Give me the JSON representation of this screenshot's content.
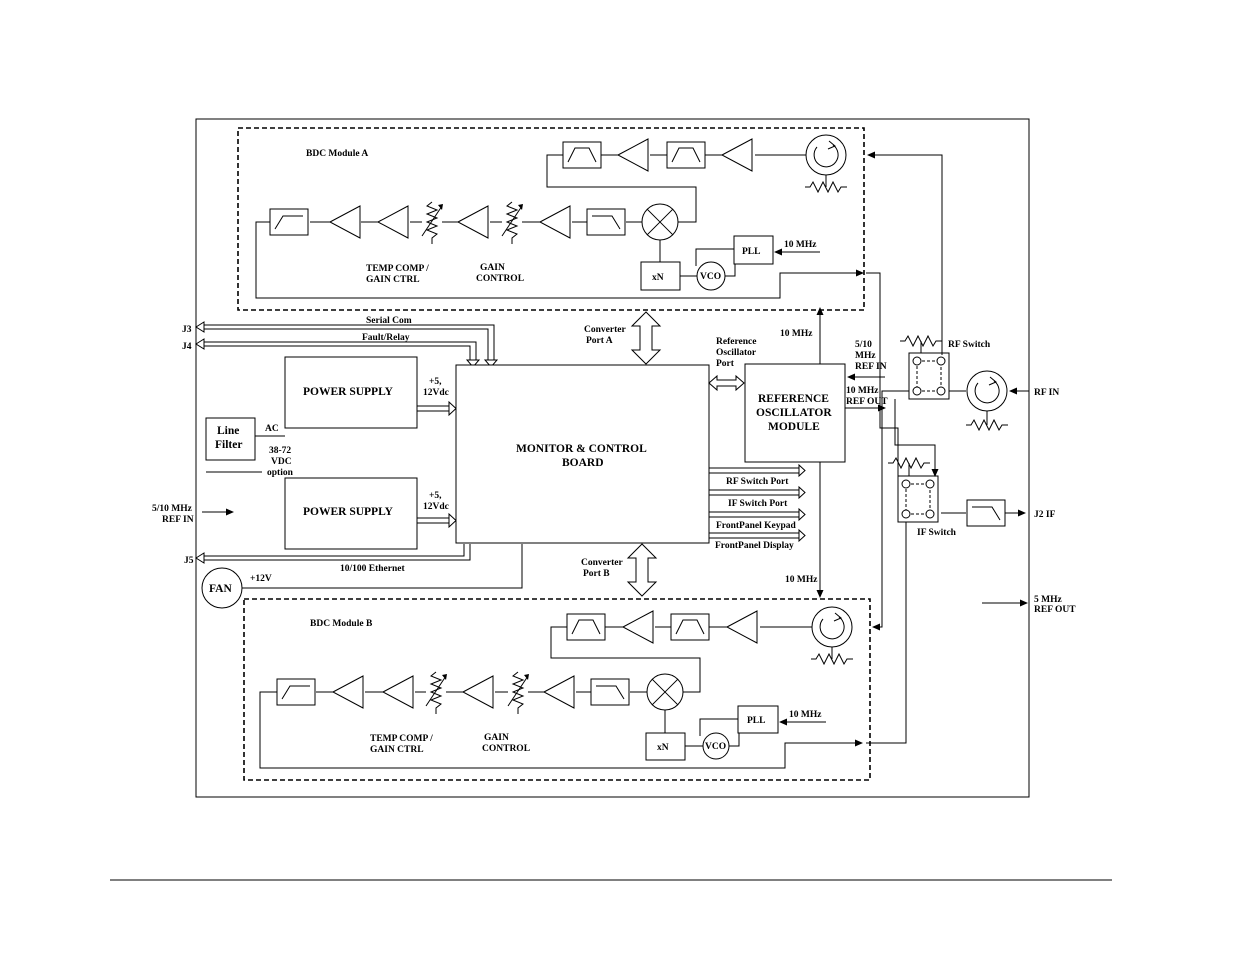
{
  "module_a": {
    "title": "BDC Module A",
    "temp_comp": [
      "TEMP COMP /",
      "GAIN CTRL"
    ],
    "gain_control": [
      "GAIN",
      "CONTROL"
    ],
    "pll": "PLL",
    "xn": "xN",
    "vco": "VCO",
    "ref_10mhz": "10 MHz"
  },
  "module_b": {
    "title": "BDC Module B",
    "temp_comp": [
      "TEMP COMP /",
      "GAIN CTRL"
    ],
    "gain_control": [
      "GAIN",
      "CONTROL"
    ],
    "pll": "PLL",
    "xn": "xN",
    "vco": "VCO",
    "ref_10mhz": "10 MHz"
  },
  "connectors": {
    "j3": "J3",
    "j4": "J4",
    "j5": "J5",
    "serial_com": "Serial Com",
    "fault_relay": "Fault/Relay",
    "ethernet": "10/100  Ethernet"
  },
  "power": {
    "supply_1": "POWER SUPPLY",
    "supply_2": "POWER SUPPLY",
    "voltage_1": [
      "+5,",
      "12Vdc"
    ],
    "voltage_2": [
      "+5,",
      "12Vdc"
    ],
    "line_filter": [
      "Line",
      "Filter"
    ],
    "ac": "AC",
    "dc_option": [
      "38-72",
      "VDC",
      "option"
    ]
  },
  "mc_board": [
    "MONITOR & CONTROL",
    "BOARD"
  ],
  "ports": {
    "converter_a": [
      "Converter",
      "Port A"
    ],
    "converter_b": [
      "Converter",
      "Port B"
    ],
    "ref_osc_port": [
      "Reference",
      "Oscillator",
      "Port"
    ],
    "rf_switch_port": "RF Switch Port",
    "if_switch_port": "IF Switch Port",
    "keypad": "FrontPanel Keypad",
    "display": "FrontPanel Display"
  },
  "ref_osc": [
    "REFERENCE",
    "OSCILLATOR",
    "MODULE"
  ],
  "ref_signals": {
    "ten_mhz_top": "10 MHz",
    "ten_mhz_bottom": "10 MHz",
    "ref_in_510": [
      "5/10",
      "MHz",
      "REF IN"
    ],
    "ref_out_10": [
      "10 MHz",
      "REF OUT"
    ],
    "ref_in_left": [
      "5/10 MHz",
      "REF IN"
    ],
    "ref_out_5": [
      "5 MHz",
      "REF OUT"
    ]
  },
  "switches": {
    "rf_switch": "RF Switch",
    "if_switch": "IF Switch",
    "rf_in": "RF IN",
    "j2_if": "J2 IF"
  },
  "fan": {
    "label": "FAN",
    "voltage": "+12V"
  }
}
